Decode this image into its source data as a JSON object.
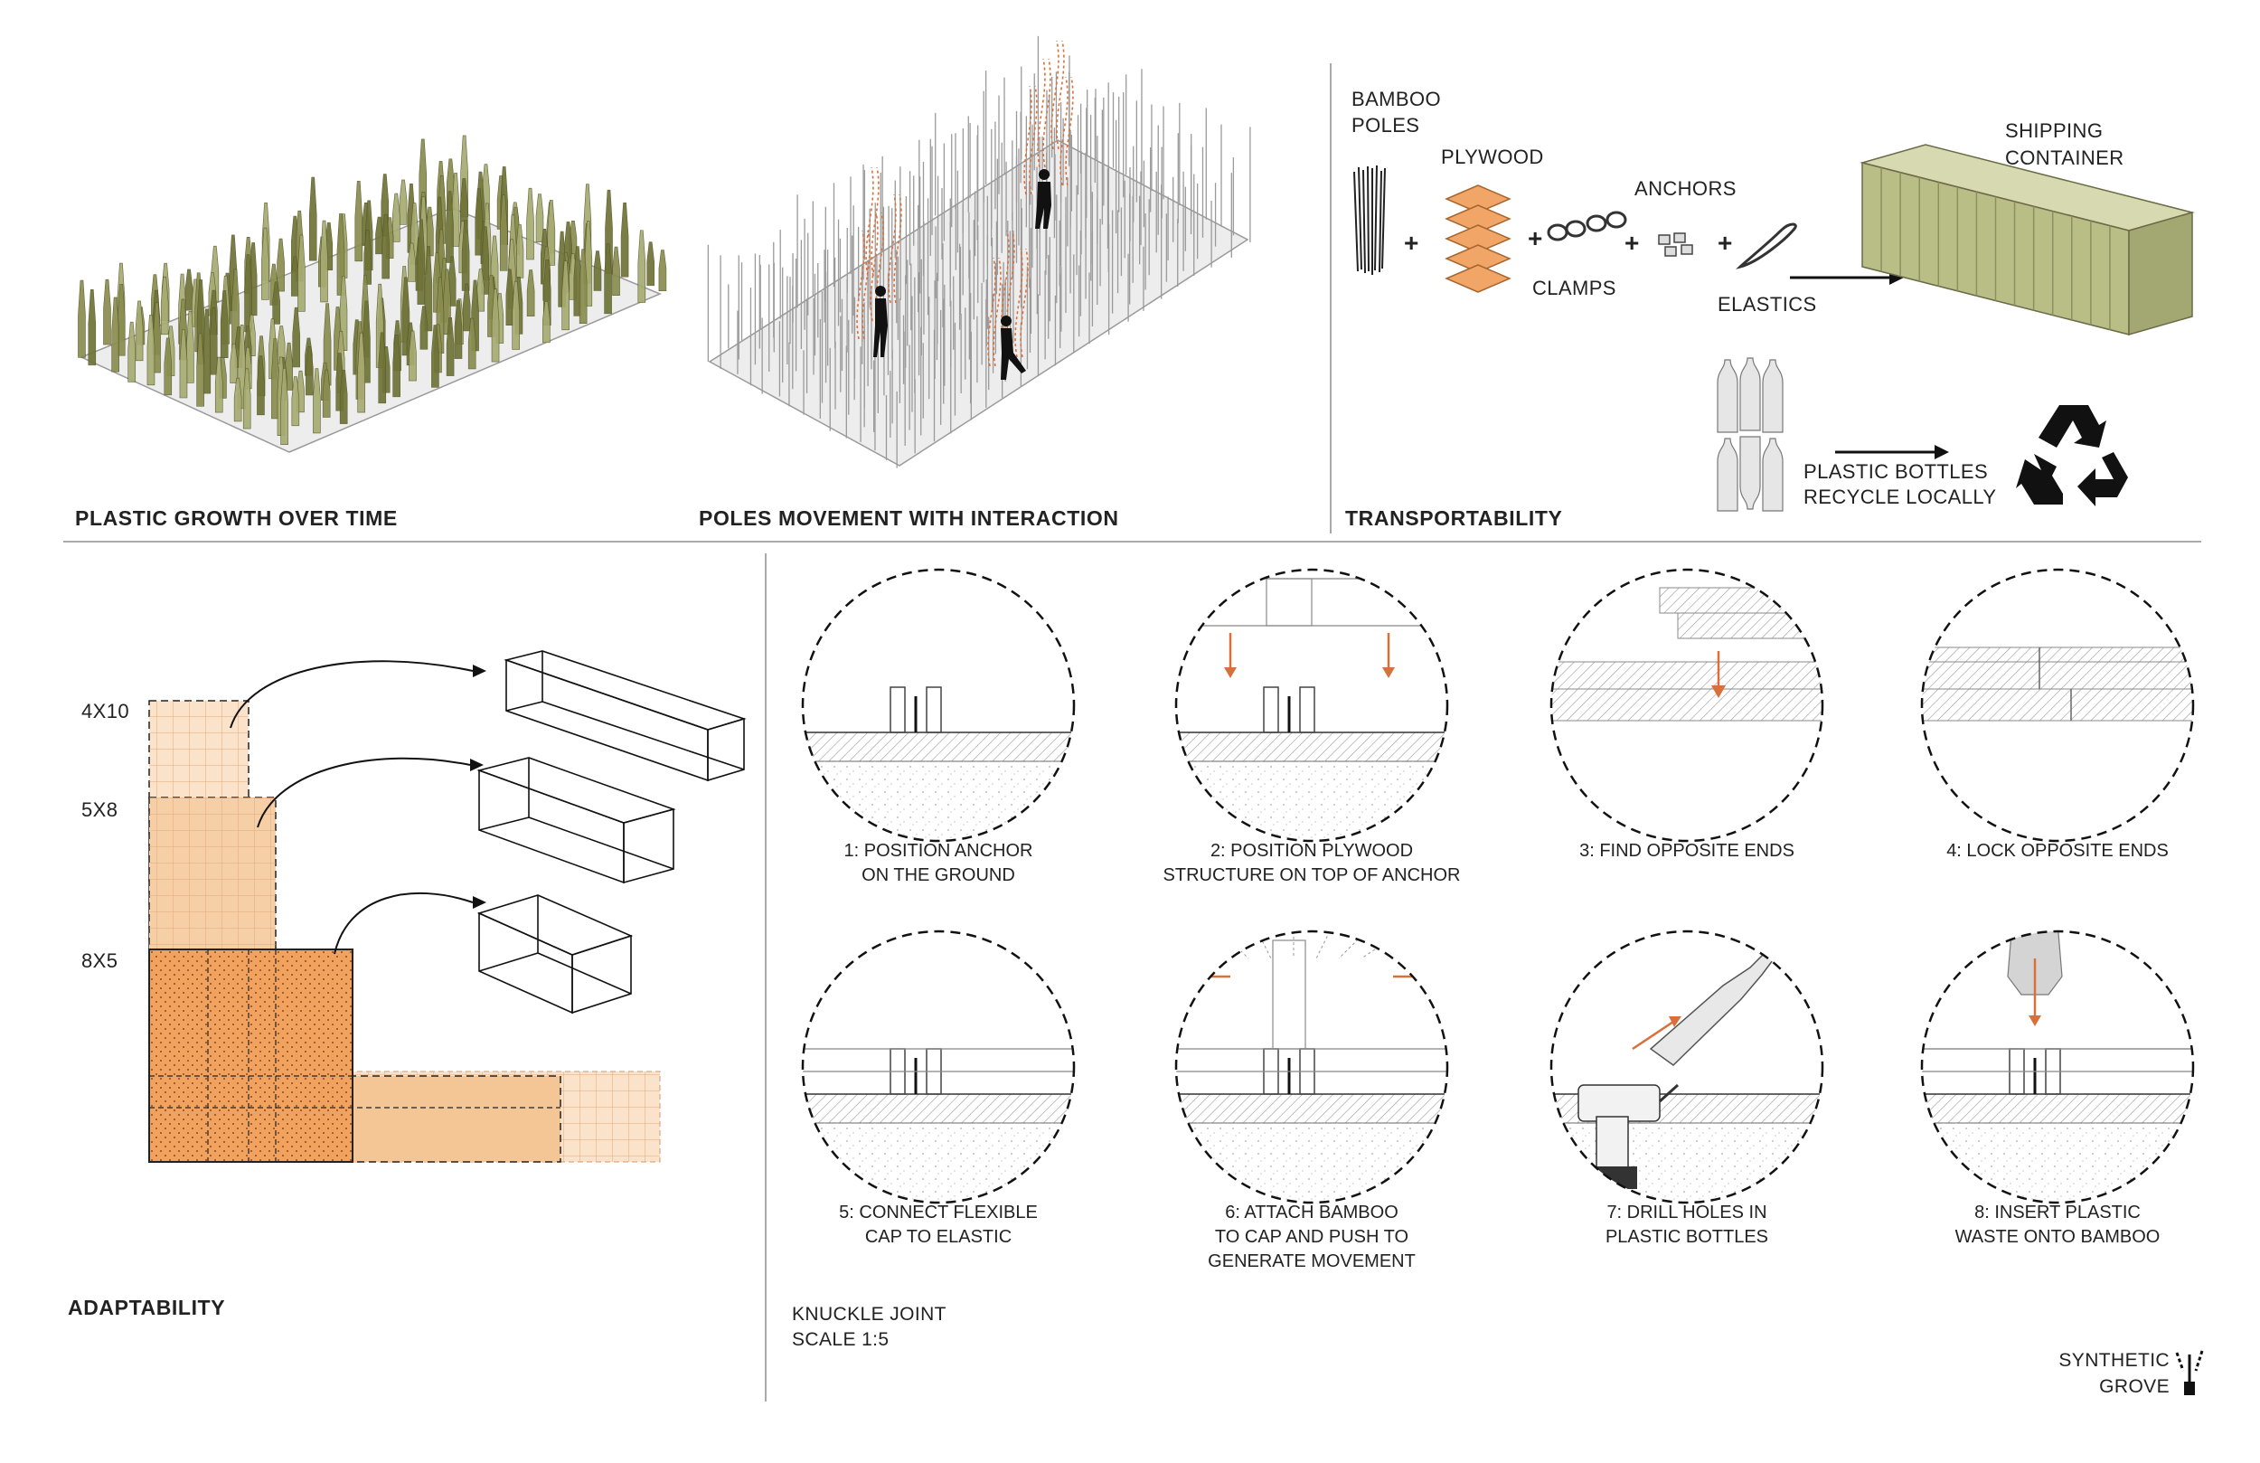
{
  "sections": {
    "plastic_growth": "PLASTIC GROWTH OVER TIME",
    "poles_movement": "POLES MOVEMENT WITH INTERACTION",
    "transportability": "TRANSPORTABILITY",
    "adaptability": "ADAPTABILITY"
  },
  "transport": {
    "bamboo_line1": "BAMBOO",
    "bamboo_line2": "POLES",
    "plywood": "PLYWOOD",
    "anchors": "ANCHORS",
    "clamps": "CLAMPS",
    "elastics": "ELASTICS",
    "shipping_line1": "SHIPPING",
    "shipping_line2": "CONTAINER",
    "bottles_line1": "PLASTIC BOTTLES",
    "bottles_line2": "RECYCLE LOCALLY",
    "plus": "+"
  },
  "adaptability": {
    "sizes": [
      "4X10",
      "5X8",
      "8X5"
    ]
  },
  "steps": [
    {
      "line1": "1: POSITION ANCHOR",
      "line2": "ON THE GROUND",
      "line3": ""
    },
    {
      "line1": "2: POSITION PLYWOOD",
      "line2": "STRUCTURE ON TOP OF ANCHOR",
      "line3": ""
    },
    {
      "line1": "3: FIND OPPOSITE ENDS",
      "line2": "",
      "line3": ""
    },
    {
      "line1": "4: LOCK OPPOSITE ENDS",
      "line2": "",
      "line3": ""
    },
    {
      "line1": "5:  CONNECT FLEXIBLE",
      "line2": "CAP TO ELASTIC",
      "line3": ""
    },
    {
      "line1": "6: ATTACH BAMBOO",
      "line2": "TO CAP AND PUSH TO",
      "line3": "GENERATE MOVEMENT"
    },
    {
      "line1": "7: DRILL HOLES IN",
      "line2": "PLASTIC BOTTLES",
      "line3": ""
    },
    {
      "line1": "8: INSERT PLASTIC",
      "line2": "WASTE ONTO  BAMBOO",
      "line3": ""
    }
  ],
  "joint": {
    "line1": "KNUCKLE JOINT",
    "line2": "SCALE  1:5"
  },
  "logo": {
    "line1": "SYNTHETIC",
    "line2": "GROVE"
  },
  "colors": {
    "olive": "#7d8043",
    "orange": "#d9703a",
    "light_orange": "#f3c08e",
    "container": "#b9bd86",
    "line": "#222222",
    "grey": "#9a9a9a"
  }
}
